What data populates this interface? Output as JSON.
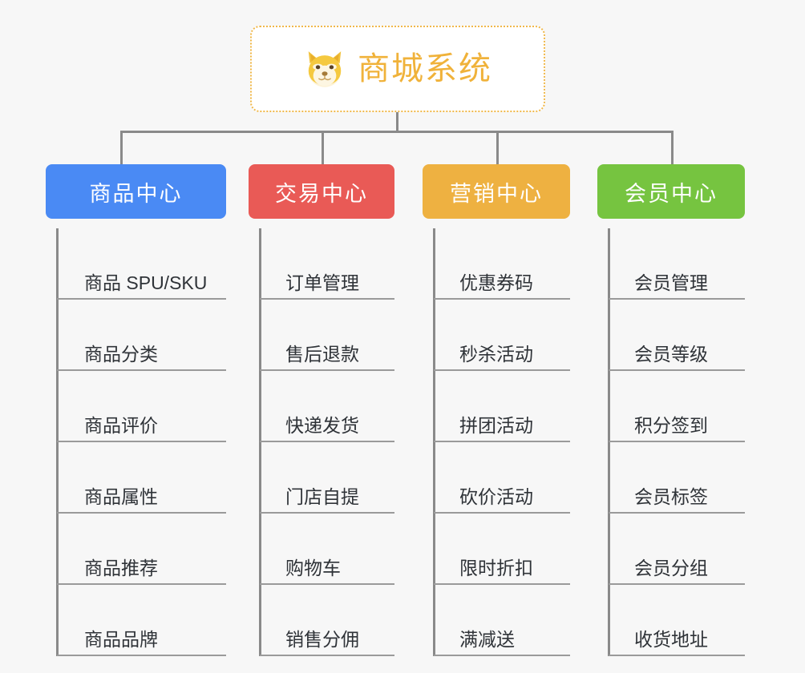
{
  "root": {
    "title": "商城系统",
    "icon": "shiba-dog-icon",
    "border_color": "#f0b84a",
    "text_color": "#f0b23a",
    "background": "#ffffff"
  },
  "canvas": {
    "background": "#f7f7f7",
    "connector_color": "#8a8a8a"
  },
  "columns": [
    {
      "header": "商品中心",
      "color": "#4a8af4",
      "items": [
        "商品 SPU/SKU",
        "商品分类",
        "商品评价",
        "商品属性",
        "商品推荐",
        "商品品牌"
      ]
    },
    {
      "header": "交易中心",
      "color": "#e95a56",
      "items": [
        "订单管理",
        "售后退款",
        "快递发货",
        "门店自提",
        "购物车",
        "销售分佣"
      ]
    },
    {
      "header": "营销中心",
      "color": "#eeb141",
      "items": [
        "优惠券码",
        "秒杀活动",
        "拼团活动",
        "砍价活动",
        "限时折扣",
        "满减送"
      ]
    },
    {
      "header": "会员中心",
      "color": "#76c440",
      "items": [
        "会员管理",
        "会员等级",
        "积分签到",
        "会员标签",
        "会员分组",
        "收货地址"
      ]
    }
  ]
}
